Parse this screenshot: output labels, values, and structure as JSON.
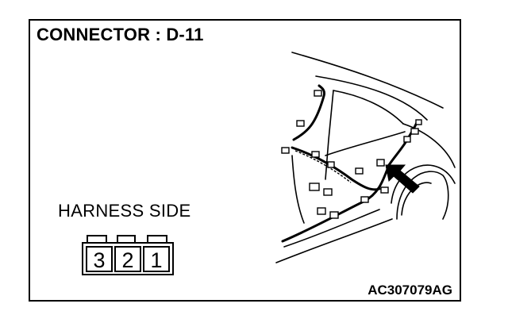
{
  "diagram": {
    "title": "CONNECTOR : D-11",
    "harness_label": "HARNESS SIDE",
    "figure_code": "AC307079AG",
    "connector": {
      "pins": [
        "3",
        "2",
        "1"
      ]
    },
    "icons": [
      "vehicle-rear-quarter-illustration",
      "wiring-harness",
      "pointer-arrow-icon"
    ]
  }
}
